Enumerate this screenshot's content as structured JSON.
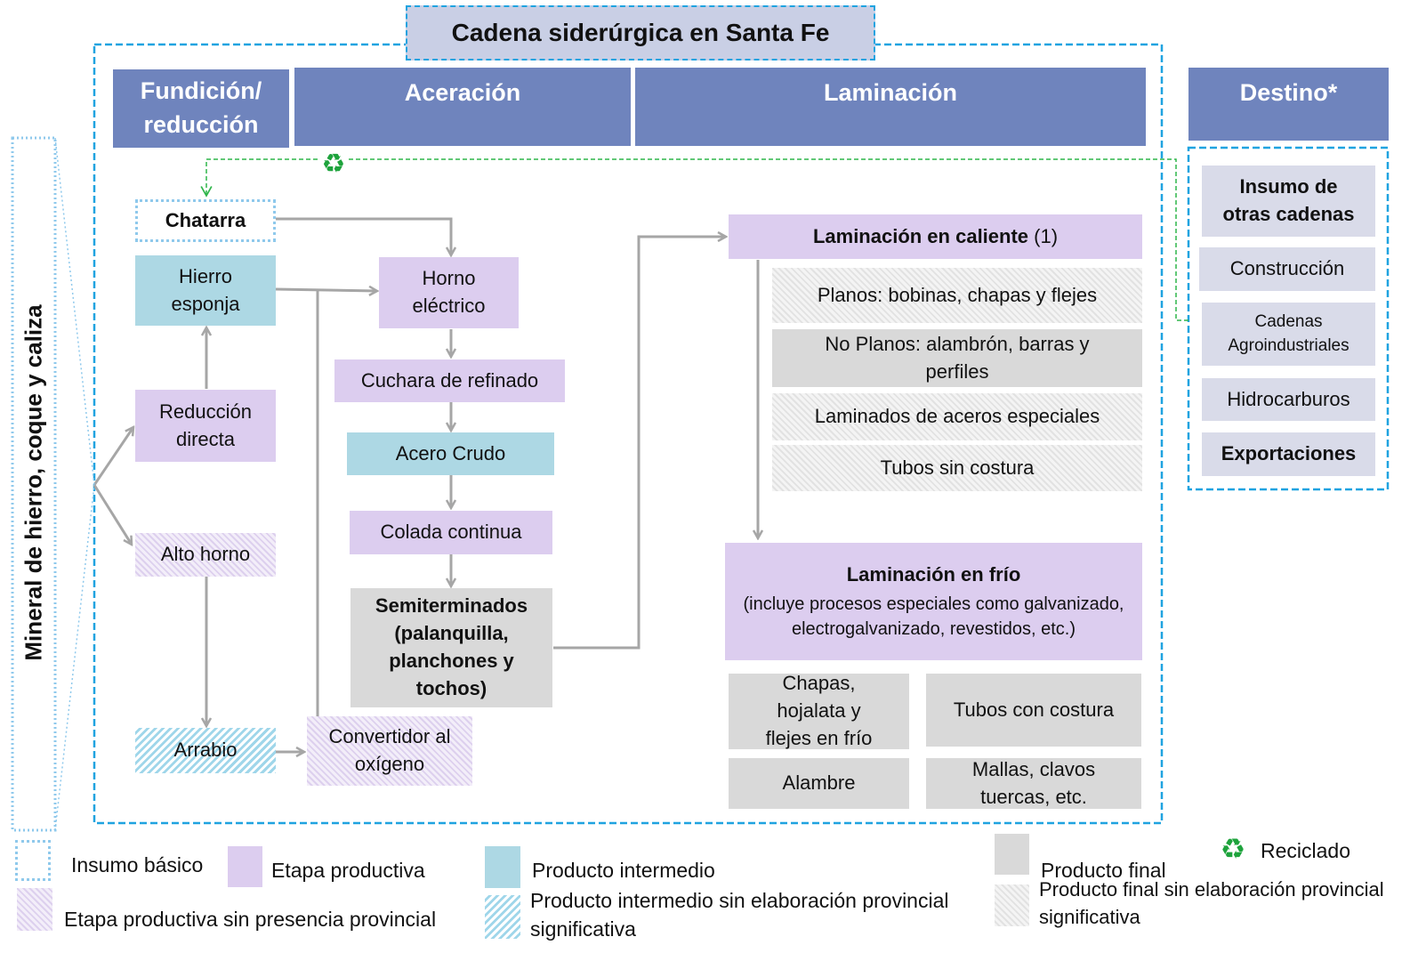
{
  "title": "Cadena siderúrgica en Santa Fe",
  "vertical_label": "Mineral de hierro, coque  y caliza",
  "headers": {
    "fundicion": "Fundición/ reducción",
    "aceracion": "Aceración",
    "laminacion": "Laminación",
    "destino": "Destino*"
  },
  "nodes": {
    "chatarra": "Chatarra",
    "hierro_esponja": "Hierro esponja",
    "reduccion_directa": "Reducción directa",
    "alto_horno": "Alto horno",
    "arrabio": "Arrabio",
    "horno_electrico": "Horno eléctrico",
    "cuchara": "Cuchara de refinado",
    "acero_crudo": "Acero Crudo",
    "colada": "Colada continua",
    "semiterminados": "Semiterminados (palanquilla, planchones y tochos)",
    "convertidor": "Convertidor al oxígeno",
    "lam_caliente_title": "Laminación en caliente",
    "lam_caliente_note": " (1)",
    "planos": "Planos: bobinas, chapas y flejes",
    "no_planos": "No Planos: alambrón, barras y perfiles",
    "especiales": "Laminados de aceros especiales",
    "tubos_sin": "Tubos sin costura",
    "lam_frio_title": "Laminación en frío",
    "lam_frio_desc": "(incluye procesos especiales como galvanizado, electrogalvanizado, revestidos, etc.)",
    "chapas_frio": "Chapas, hojalata y flejes en frío",
    "tubos_con": "Tubos con costura",
    "alambre": "Alambre",
    "mallas": "Mallas, clavos tuercas, etc."
  },
  "destino": {
    "insumo": "Insumo de otras cadenas",
    "construccion": "Construcción",
    "agro": "Cadenas Agroindustriales",
    "hidrocarburos": "Hidrocarburos",
    "exportaciones": "Exportaciones"
  },
  "legend": {
    "insumo_basico": "Insumo básico",
    "etapa_productiva": "Etapa productiva",
    "producto_intermedio": "Producto intermedio",
    "producto_final": "Producto final",
    "reciclado": "Reciclado",
    "etapa_sin": "Etapa productiva sin presencia  provincial",
    "intermedio_sin": "Producto intermedio sin elaboración provincial significativa",
    "final_sin": "Producto final sin elaboración provincial significativa"
  },
  "icons": {
    "recycle": "recycle-icon"
  },
  "colors": {
    "header": "#6f84bd",
    "etapa": "#dccdef",
    "intermedio": "#add8e4",
    "final": "#d9d9d9",
    "border_dashed": "#1fa3e0",
    "arrow": "#a6a6a6",
    "recycle_line": "#2fb54a"
  }
}
